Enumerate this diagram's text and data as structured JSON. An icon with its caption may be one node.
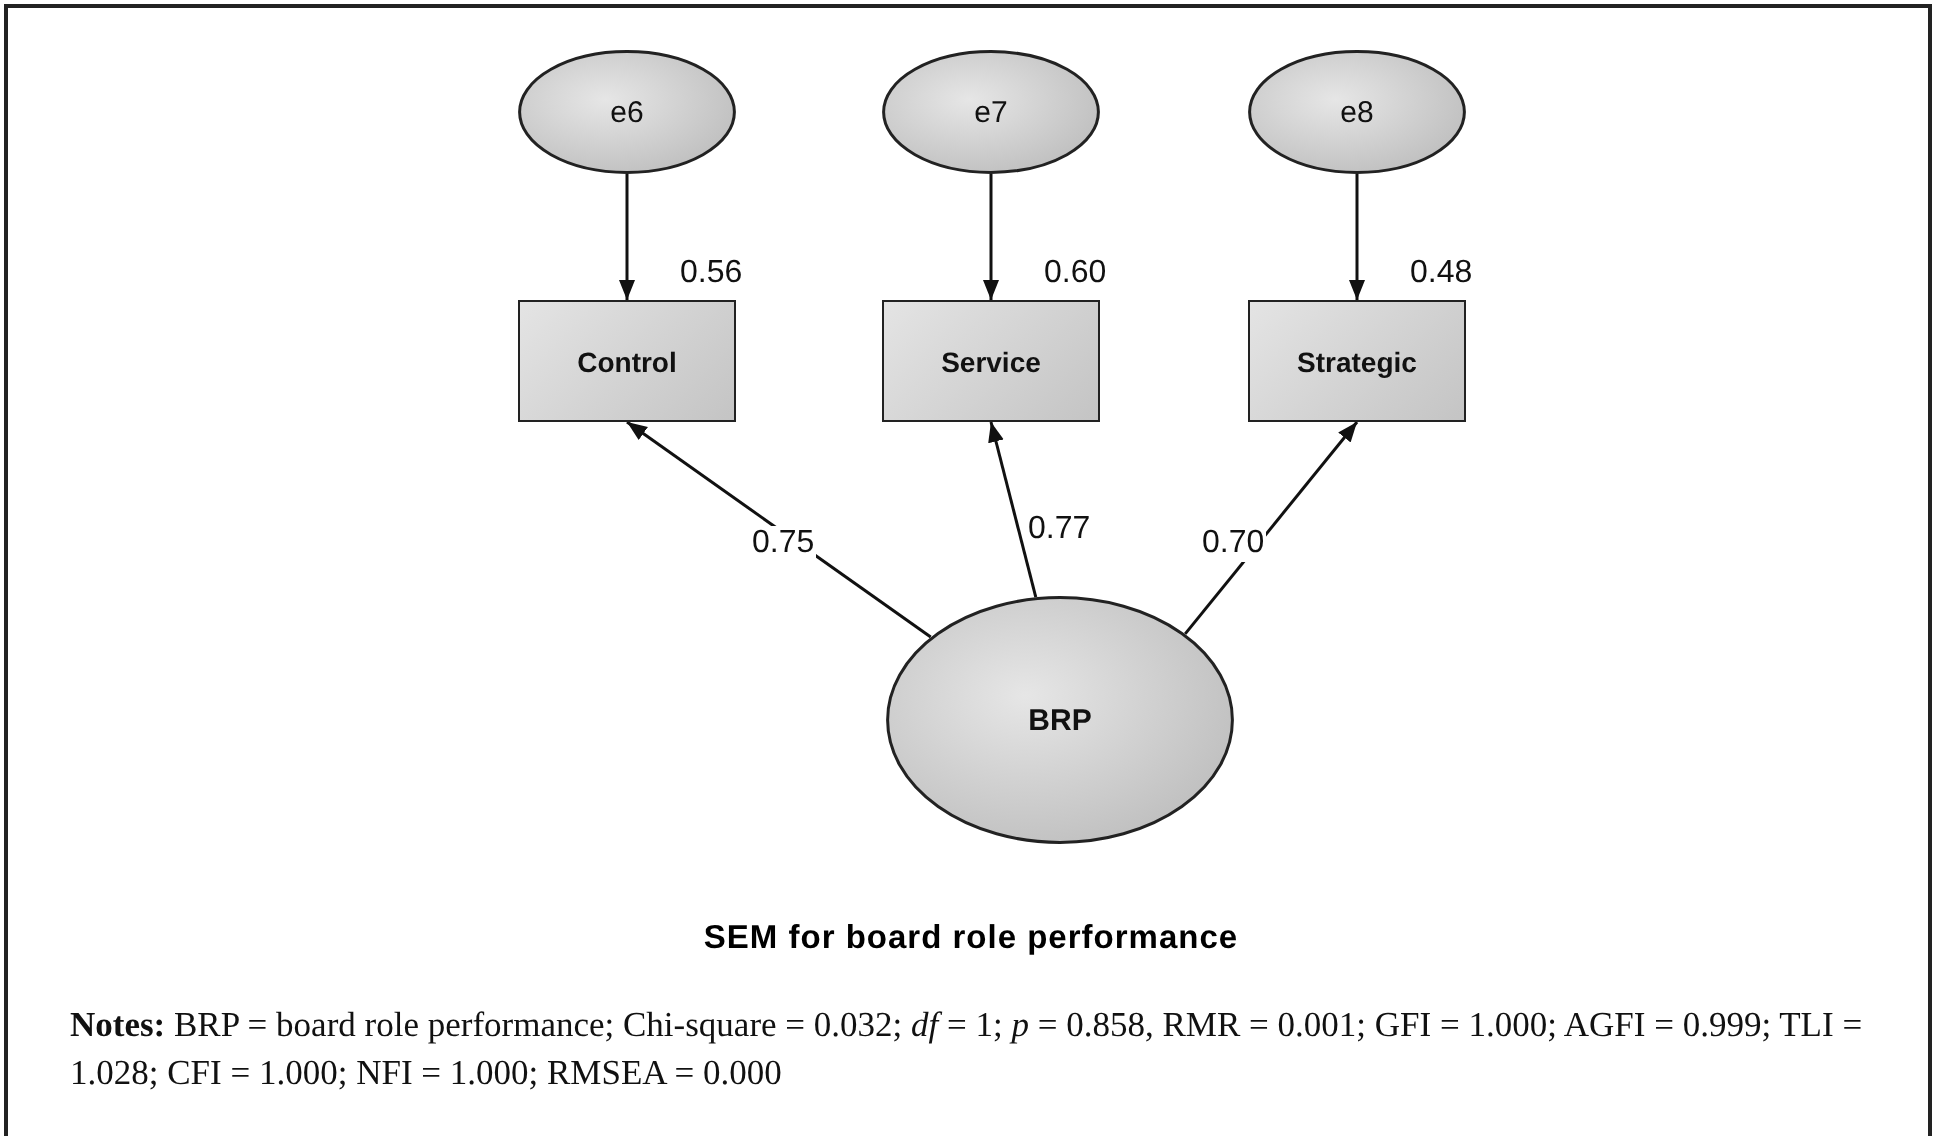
{
  "diagram": {
    "caption": "SEM for board role performance",
    "nodes": [
      {
        "text": [
          "e6"
        ]
      },
      {
        "text": [
          "e7"
        ]
      },
      {
        "text": [
          "e8"
        ]
      },
      {
        "text": [
          "Control"
        ],
        "beside": [
          "0.56"
        ]
      },
      {
        "text": [
          "Service"
        ],
        "beside": [
          "0.60"
        ]
      },
      {
        "text": [
          "Strategic"
        ],
        "beside": [
          "0.48"
        ]
      },
      {
        "text": [
          "BRP"
        ]
      }
    ],
    "edges": [
      {
        "from": 0,
        "to": 3,
        "arrow": "to"
      },
      {
        "from": 1,
        "to": 4,
        "arrow": "to"
      },
      {
        "from": 2,
        "to": 5,
        "arrow": "to"
      },
      {
        "from": 6,
        "to": 3,
        "arrow": "to",
        "label": "0.75"
      },
      {
        "from": 6,
        "to": 4,
        "arrow": "to",
        "label": "0.77"
      },
      {
        "from": 6,
        "to": 5,
        "arrow": "to",
        "label": "0.70"
      }
    ],
    "labels": [
      "**Notes:** BRP = board role performance; Chi-square = 0.032; *df* = 1; *p* = 0.858, RMR = 0.001; GFI = 1.000; AGFI = 0.999; TLI = 1.028; CFI = 1.000; NFI = 1.000; RMSEA = 0.000"
    ]
  }
}
